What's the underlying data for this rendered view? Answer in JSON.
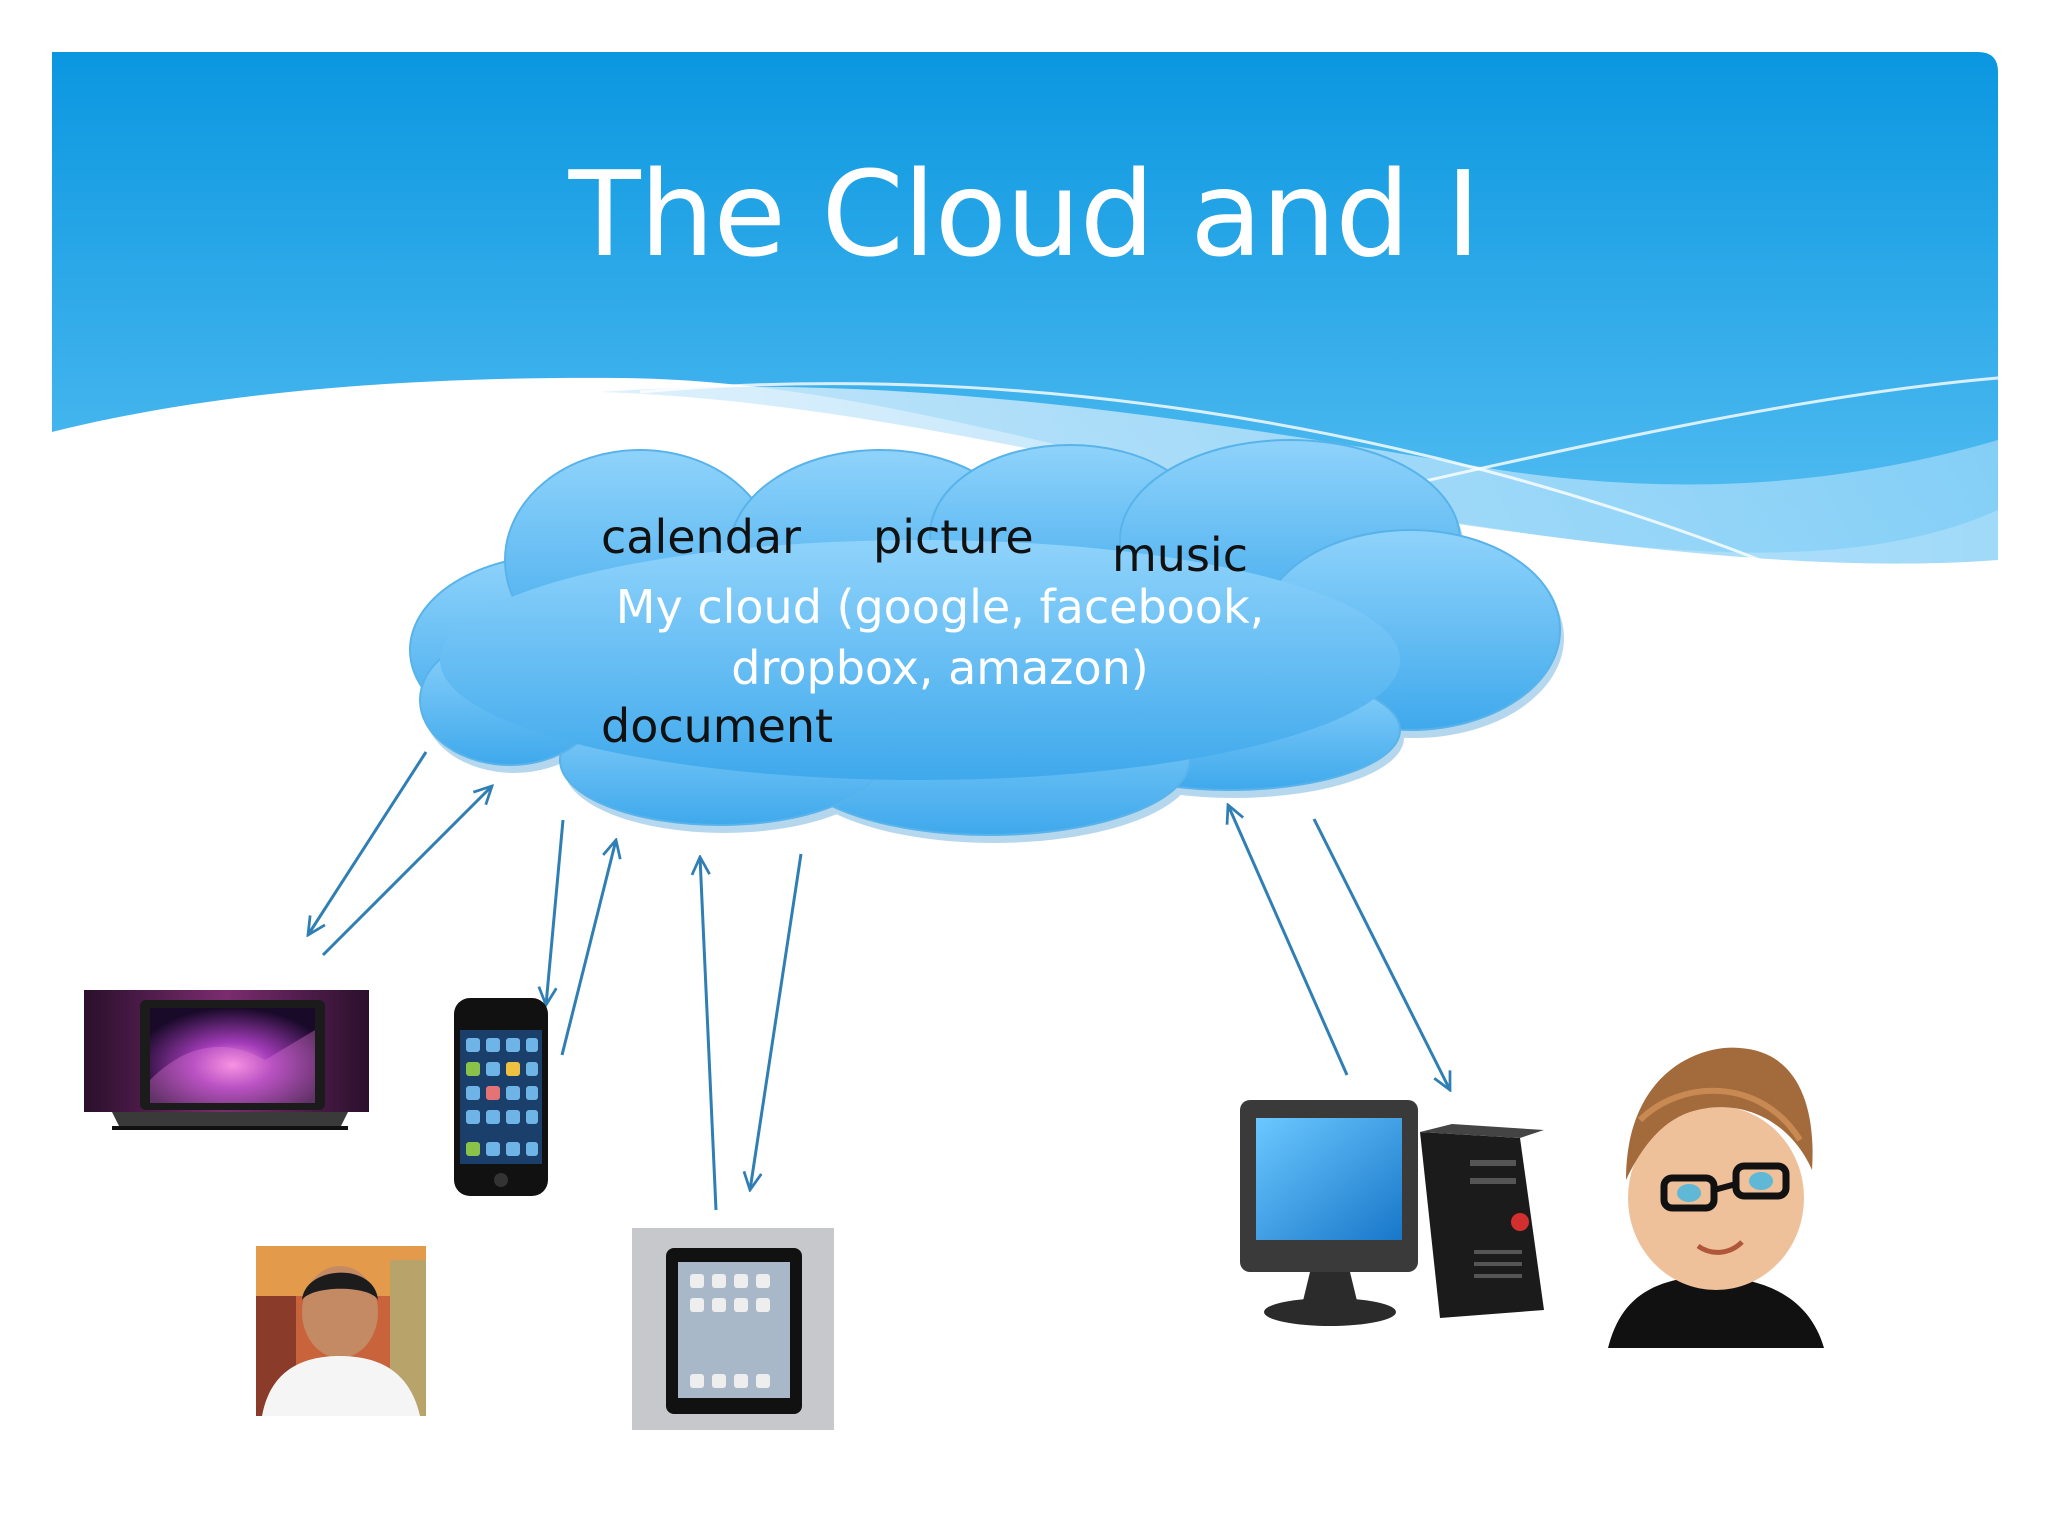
{
  "slide": {
    "title": "The Cloud and I"
  },
  "cloud": {
    "caption": "My cloud (google, facebook, dropbox, amazon)",
    "items": {
      "calendar": "calendar",
      "picture": "picture",
      "music": "music",
      "document": "document"
    }
  },
  "devices": {
    "left_group": [
      "laptop-icon",
      "smartphone-icon",
      "tablet-icon",
      "man-avatar"
    ],
    "right_group": [
      "desktop-computer-icon",
      "woman-with-glasses-avatar"
    ]
  },
  "colors": {
    "header_top": "#0a97e0",
    "header_bottom": "#56bef2",
    "cloud_fill": "#6cc2f4",
    "arrow": "#2f7fb5",
    "title_text": "#ffffff",
    "cloud_word_text": "#111111"
  }
}
